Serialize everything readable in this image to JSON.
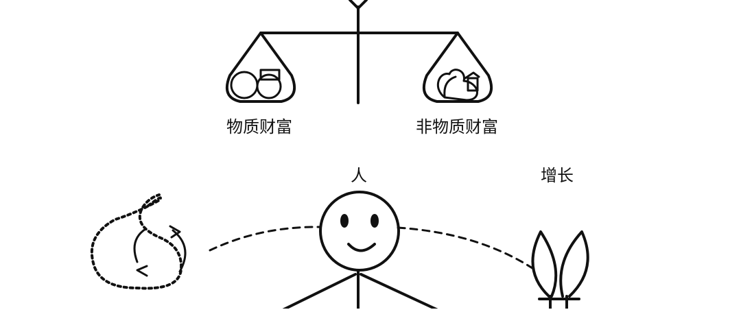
{
  "labels": {
    "material_wealth": "物质财富",
    "non_material_wealth": "非物质财富",
    "person": "人",
    "growth": "增长"
  },
  "icons": [
    "balance-scale-icon",
    "material-objects-icon",
    "non-material-objects-icon",
    "stick-figure-icon",
    "cycle-arrows-icon",
    "sprout-leaves-icon"
  ],
  "colors": {
    "stroke": "#111111",
    "background": "#ffffff"
  }
}
